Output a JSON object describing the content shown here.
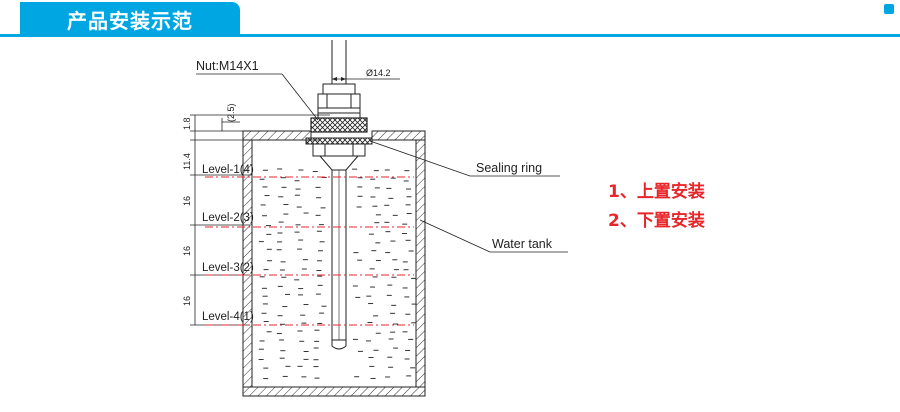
{
  "header": {
    "title": "产品安装示范"
  },
  "diagram": {
    "nut_label": "Nut:M14X1",
    "diameter_label": "Ø14.2",
    "sealing_ring_label": "Sealing ring",
    "water_tank_label": "Water tank",
    "dims": {
      "d1": "1.8",
      "d2": "(2.5)",
      "d3": "11.4",
      "d4": "16",
      "d5": "16",
      "d6": "16"
    },
    "levels": [
      "Level-1(4)",
      "Level-2(3)",
      "Level-3(2)",
      "Level-4(1)"
    ]
  },
  "install_options": [
    "1、上置安装",
    "2、下置安装"
  ],
  "colors": {
    "accent": "#00a6e2",
    "level_line": "#e8262a",
    "option_text": "#e8262a"
  }
}
